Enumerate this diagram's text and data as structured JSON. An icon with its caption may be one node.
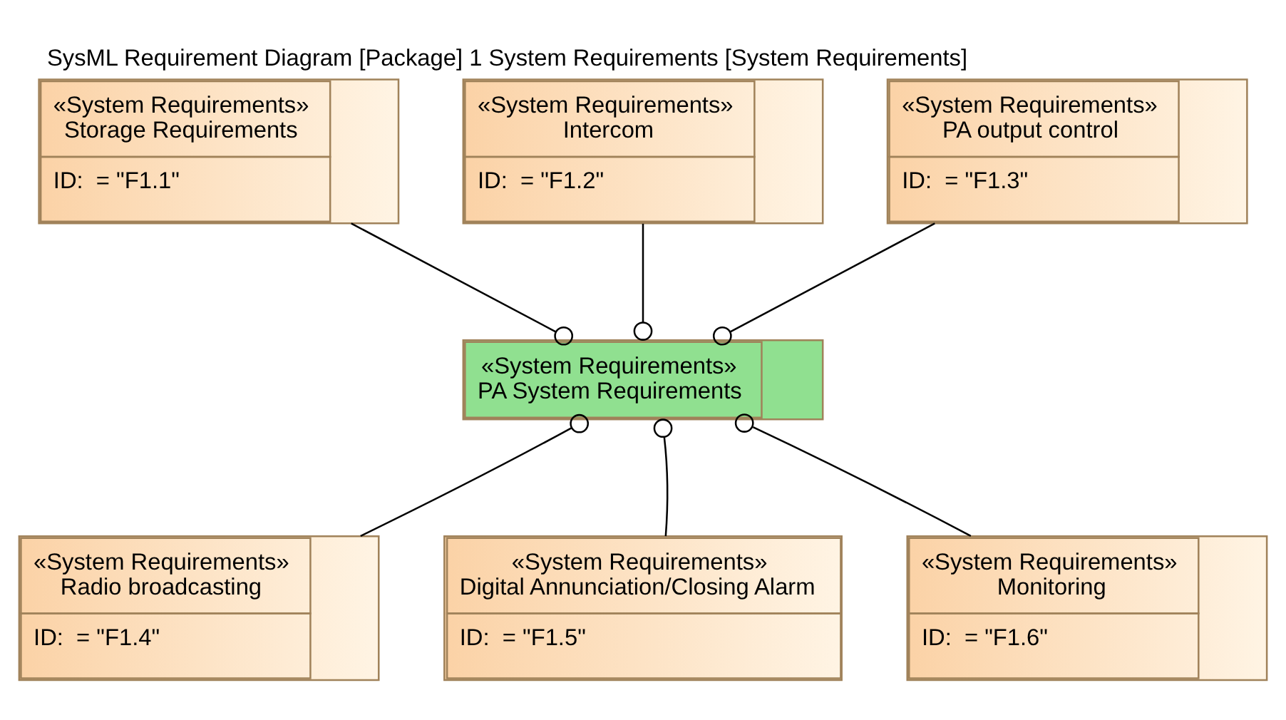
{
  "diagram": {
    "title": "SysML Requirement Diagram [Package] 1 System Requirements [System Requirements]",
    "nodes": [
      {
        "text": [
          "«System Requirements» Storage Requirements",
          "ID:  = \"F1.1\""
        ]
      },
      {
        "text": [
          "«System Requirements» Intercom",
          "ID:  = \"F1.2\""
        ]
      },
      {
        "text": [
          "«System Requirements» PA output control",
          "ID:  = \"F1.3\""
        ]
      },
      {
        "text": [
          "«System Requirements» PA System Requirements"
        ]
      },
      {
        "text": [
          "«System Requirements» Radio broadcasting",
          "ID:  = \"F1.4\""
        ]
      },
      {
        "text": [
          "«System Requirements» Digital Annunciation/Closing Alarm",
          "ID:  = \"F1.5\""
        ]
      },
      {
        "text": [
          "«System Requirements» Monitoring",
          "ID:  = \"F1.6\""
        ]
      }
    ],
    "edges": [
      {
        "from": 0,
        "to": 3,
        "arrow": "other"
      },
      {
        "from": 1,
        "to": 3,
        "arrow": "other"
      },
      {
        "from": 2,
        "to": 3,
        "arrow": "other"
      },
      {
        "from": 4,
        "to": 3,
        "arrow": "other"
      },
      {
        "from": 5,
        "to": 3,
        "arrow": "other"
      },
      {
        "from": 6,
        "to": 3,
        "arrow": "other"
      }
    ]
  }
}
